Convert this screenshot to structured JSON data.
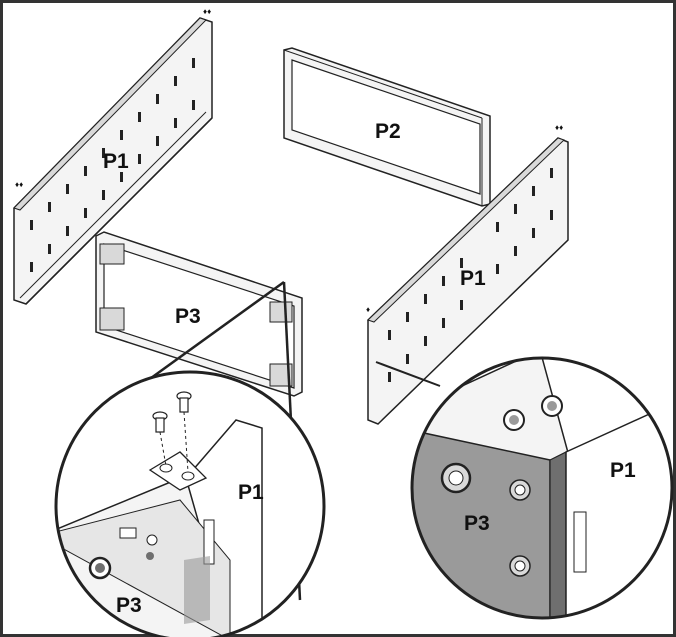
{
  "labels": {
    "p1_back_left": "P1",
    "p2_back": "P2",
    "p1_right": "P1",
    "p3_front": "P3",
    "zoom_left_p1": "P1",
    "zoom_left_p3": "P3",
    "zoom_right_p1": "P1",
    "zoom_right_p3": "P3"
  },
  "colors": {
    "line": "#222222",
    "panel_fill": "#f4f4f4",
    "panel_shade": "#d9d9d9",
    "detail_gray": "#9a9a9a",
    "detail_dark_gray": "#6f6f6f",
    "frame_border": "#333333"
  }
}
